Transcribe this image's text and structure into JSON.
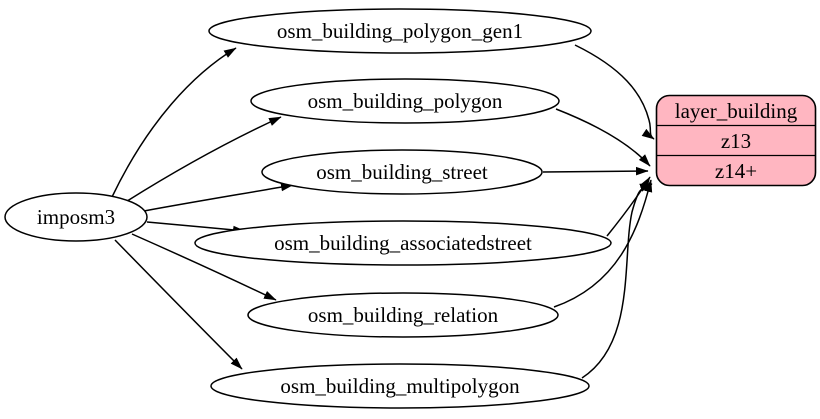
{
  "diagram": {
    "background_color": "#ffffff",
    "stroke_color": "#000000",
    "source": {
      "label": "imposm3"
    },
    "tables": [
      {
        "label": "osm_building_polygon_gen1"
      },
      {
        "label": "osm_building_polygon"
      },
      {
        "label": "osm_building_street"
      },
      {
        "label": "osm_building_associatedstreet"
      },
      {
        "label": "osm_building_relation"
      },
      {
        "label": "osm_building_multipolygon"
      }
    ],
    "layer": {
      "title": "layer_building",
      "rows": [
        "z13",
        "z14+"
      ],
      "fill_color": "#ffb6c1",
      "border_color": "#000000"
    },
    "edges": [
      {
        "from": "imposm3",
        "to": "osm_building_polygon_gen1"
      },
      {
        "from": "imposm3",
        "to": "osm_building_polygon"
      },
      {
        "from": "imposm3",
        "to": "osm_building_street"
      },
      {
        "from": "imposm3",
        "to": "osm_building_associatedstreet"
      },
      {
        "from": "imposm3",
        "to": "osm_building_relation"
      },
      {
        "from": "imposm3",
        "to": "osm_building_multipolygon"
      },
      {
        "from": "osm_building_polygon_gen1",
        "to": "layer_building.z13"
      },
      {
        "from": "osm_building_polygon",
        "to": "layer_building.z14+"
      },
      {
        "from": "osm_building_street",
        "to": "layer_building.z14+"
      },
      {
        "from": "osm_building_associatedstreet",
        "to": "layer_building.z14+"
      },
      {
        "from": "osm_building_relation",
        "to": "layer_building.z14+"
      },
      {
        "from": "osm_building_multipolygon",
        "to": "layer_building.z14+"
      }
    ]
  }
}
